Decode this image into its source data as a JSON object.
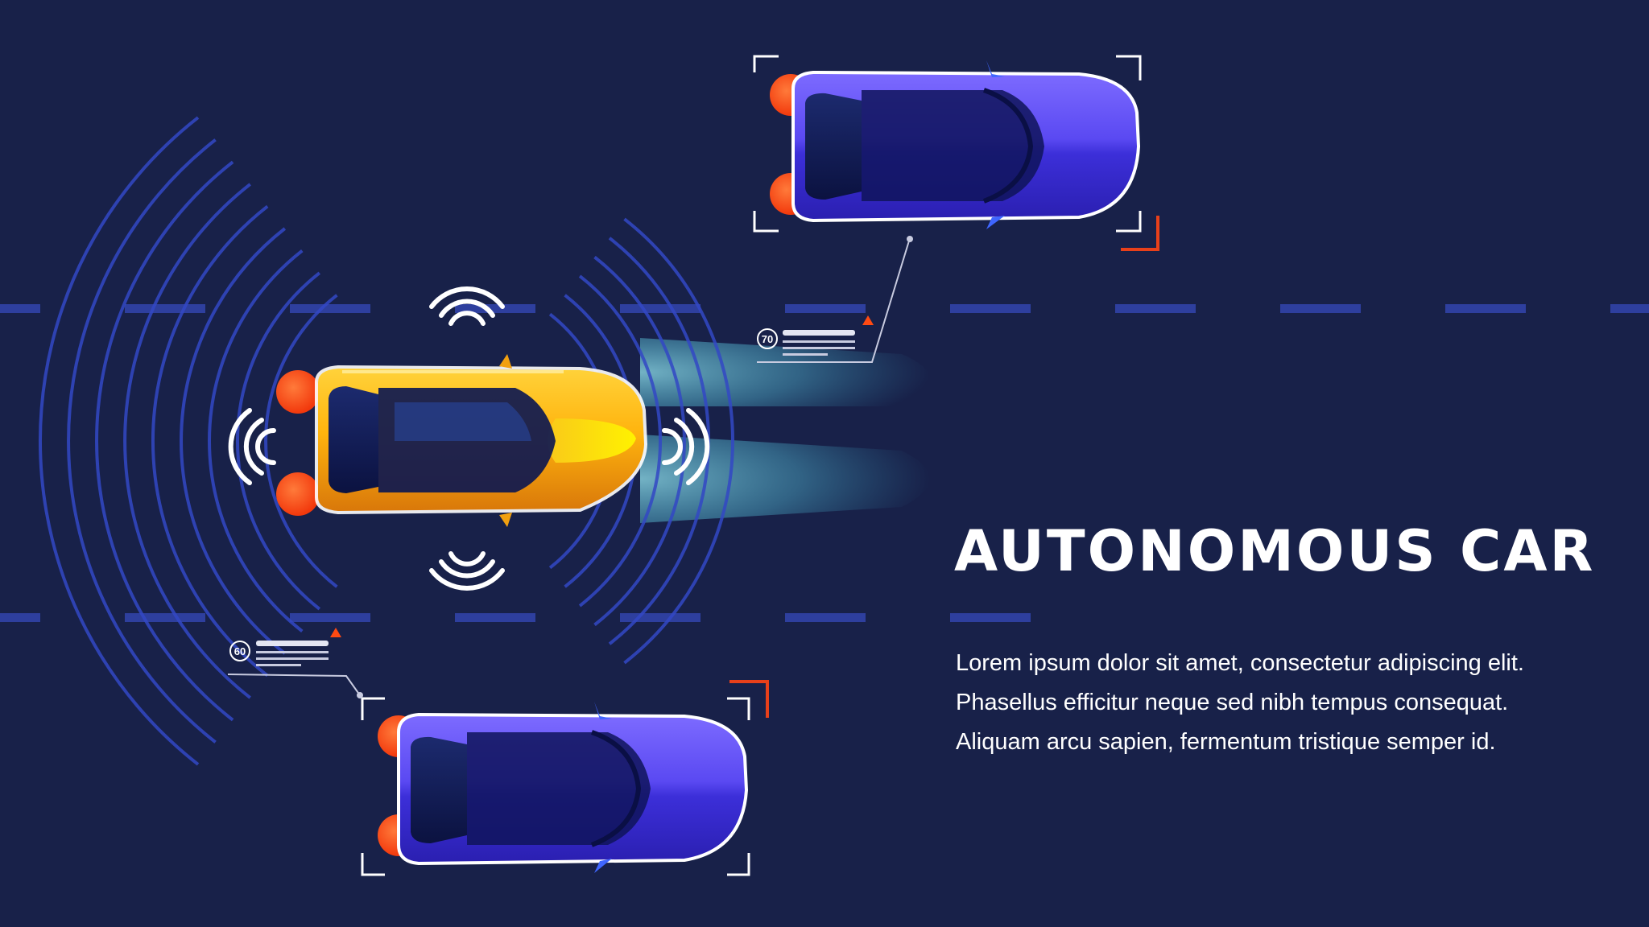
{
  "headline": "AUTONOMOUS CAR",
  "body_lines": [
    "Lorem ipsum dolor sit amet, consectetur adipiscing elit.",
    "Phasellus efficitur neque sed nibh tempus consequat.",
    "Aliquam arcu sapien, fermentum tristique semper id."
  ],
  "speed_tags": {
    "top_car": "70",
    "bottom_car": "60"
  },
  "colors": {
    "background": "#182149",
    "lane_marking": "#2e3f9e",
    "radar_arc": "#3348c4",
    "self_car_body": "#f5ab16",
    "other_car_body": "#4a3ee6",
    "sensor_light": "#ff4a12",
    "tracking_bracket_accent": "#e8401a"
  },
  "icons": [
    "wifi-signal-icon",
    "warning-triangle-icon"
  ]
}
